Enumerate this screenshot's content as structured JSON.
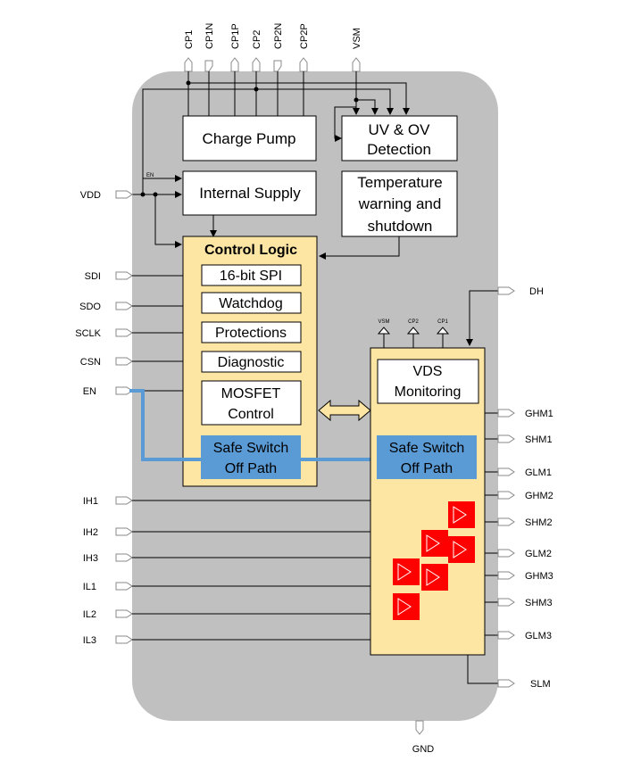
{
  "top_pins": [
    "CP1",
    "CP1N",
    "CP1P",
    "CP2",
    "CP2N",
    "CP2P",
    "VSM"
  ],
  "left_pins": [
    "VDD",
    "SDI",
    "SDO",
    "SCLK",
    "CSN",
    "EN",
    "IH1",
    "IH2",
    "IH3",
    "IL1",
    "IL2",
    "IL3"
  ],
  "right_pins": [
    "DH",
    "GHM1",
    "SHM1",
    "GLM1",
    "GHM2",
    "SHM2",
    "GLM2",
    "GHM3",
    "SHM3",
    "GLM3",
    "SLM"
  ],
  "bottom_pin": "GND",
  "blocks": {
    "charge_pump": "Charge Pump",
    "uv_ov_line1": "UV & OV",
    "uv_ov_line2": "Detection",
    "internal_supply": "Internal Supply",
    "internal_supply_en": "EN",
    "temp_line1": "Temperature",
    "temp_line2": "warning and",
    "temp_line3": "shutdown",
    "control_logic": "Control Logic",
    "spi": "16-bit SPI",
    "watchdog": "Watchdog",
    "protections": "Protections",
    "diagnostic": "Diagnostic",
    "mosfet_line1": "MOSFET",
    "mosfet_line2": "Control",
    "safe_line1": "Safe Switch",
    "safe_line2": "Off Path",
    "vds_line1": "VDS",
    "vds_line2": "Monitoring",
    "driver_top_labels": [
      "VSM",
      "CP2",
      "CP1"
    ]
  },
  "colors": {
    "chip_body": "#c0c0c0",
    "logic_fill": "#fde5a3",
    "safe_path": "#5b9bd5",
    "safe_wire": "#5b9bd5",
    "driver_red": "#ff0000"
  }
}
